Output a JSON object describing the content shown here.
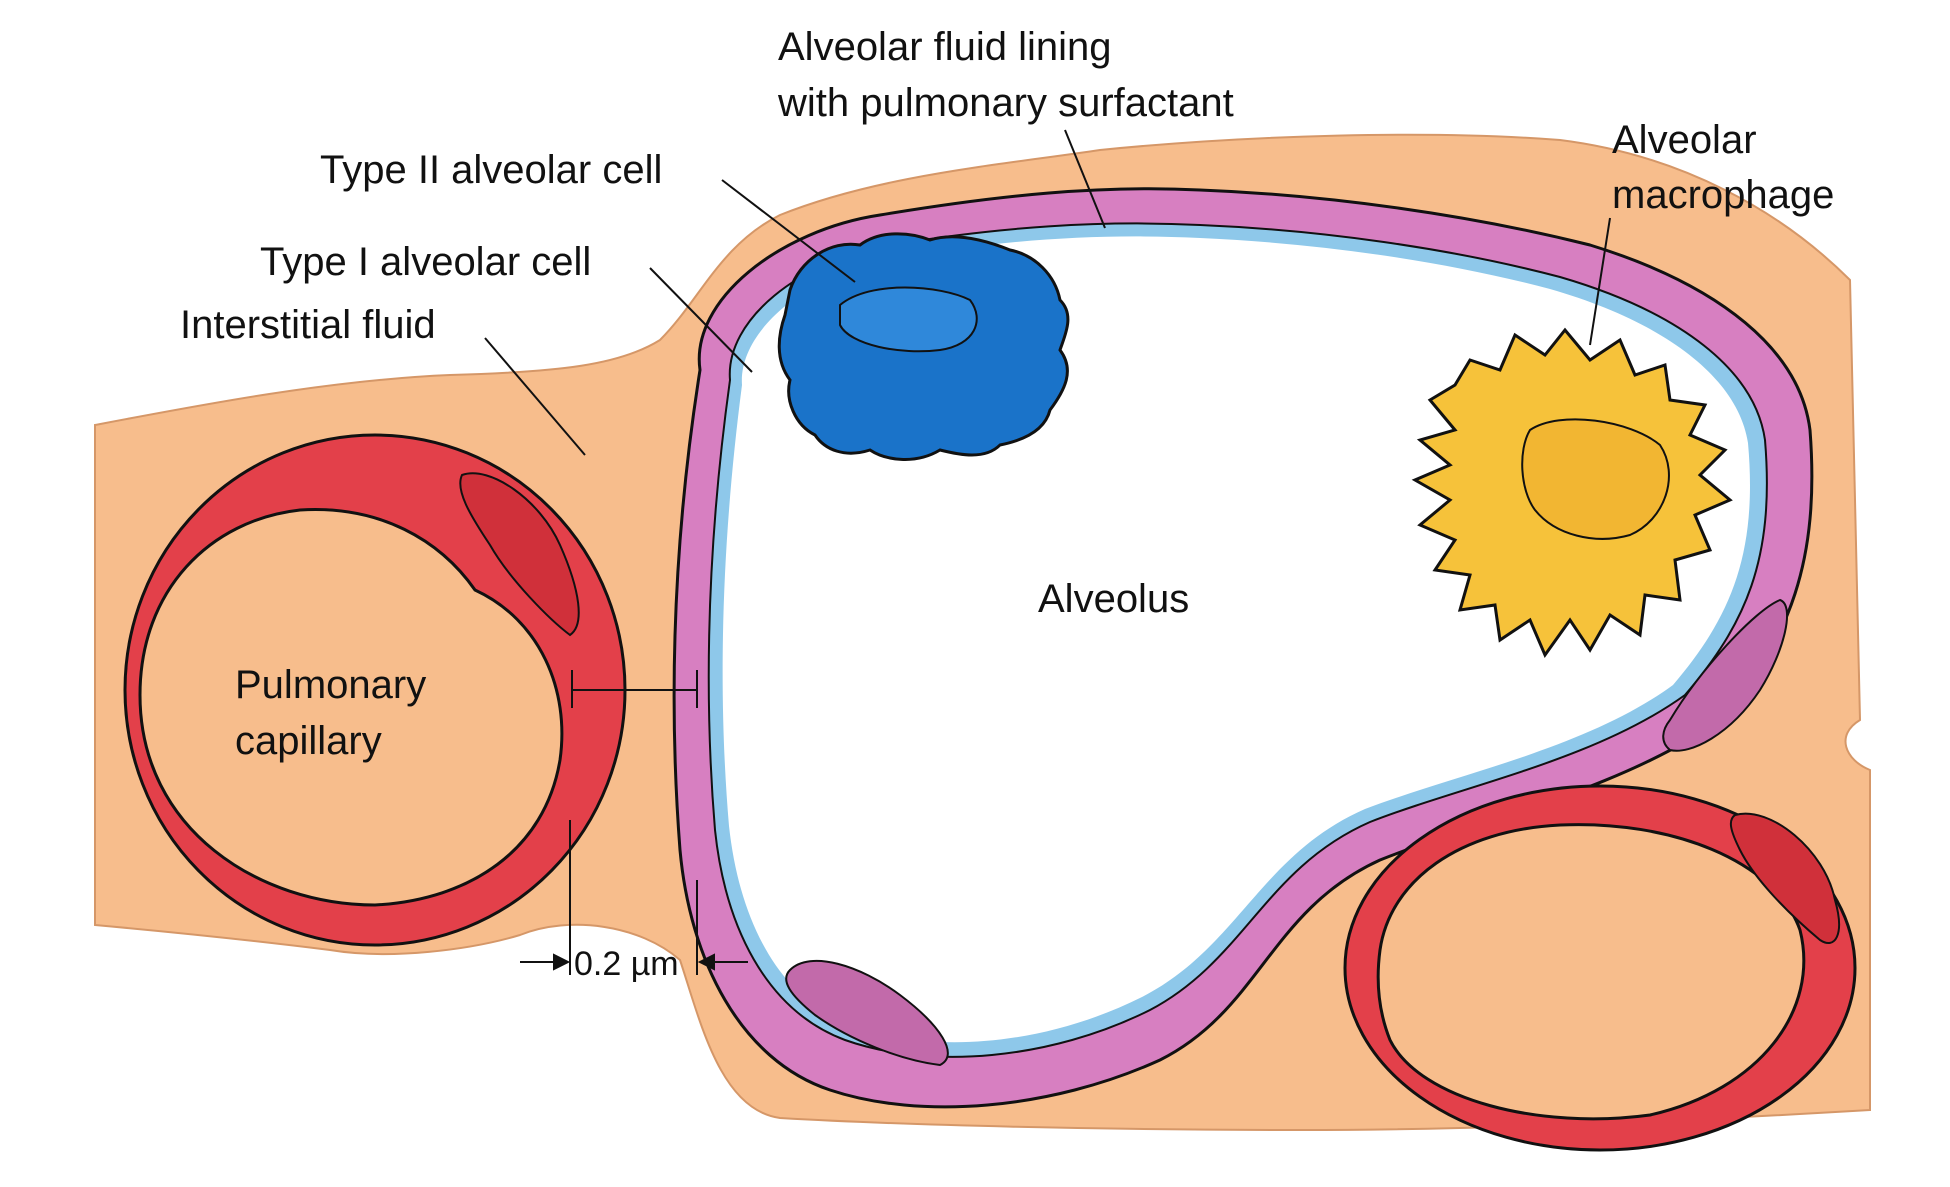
{
  "labels": {
    "alveolar_fluid_line1": "Alveolar fluid lining",
    "alveolar_fluid_line2": "with pulmonary surfactant",
    "type2_cell": "Type II alveolar cell",
    "type1_cell": "Type I alveolar cell",
    "interstitial_fluid": "Interstitial fluid",
    "macrophage_line1": "Alveolar",
    "macrophage_line2": "macrophage",
    "alveolus": "Alveolus",
    "capillary_line1": "Pulmonary",
    "capillary_line2": "capillary",
    "scale": "0.2 µm"
  },
  "colors": {
    "tissue": "#f7bd8c",
    "tissue_stroke": "#c98a5a",
    "alveolar_wall": "#d77fc1",
    "fluid_lining": "#8ec8ea",
    "capillary_wall": "#e3404a",
    "capillary_lumen": "#f7bd8c",
    "type2_cell": "#1a73c9",
    "macrophage": "#f6c23a",
    "outline": "#111111",
    "alveolus_space": "#ffffff"
  }
}
